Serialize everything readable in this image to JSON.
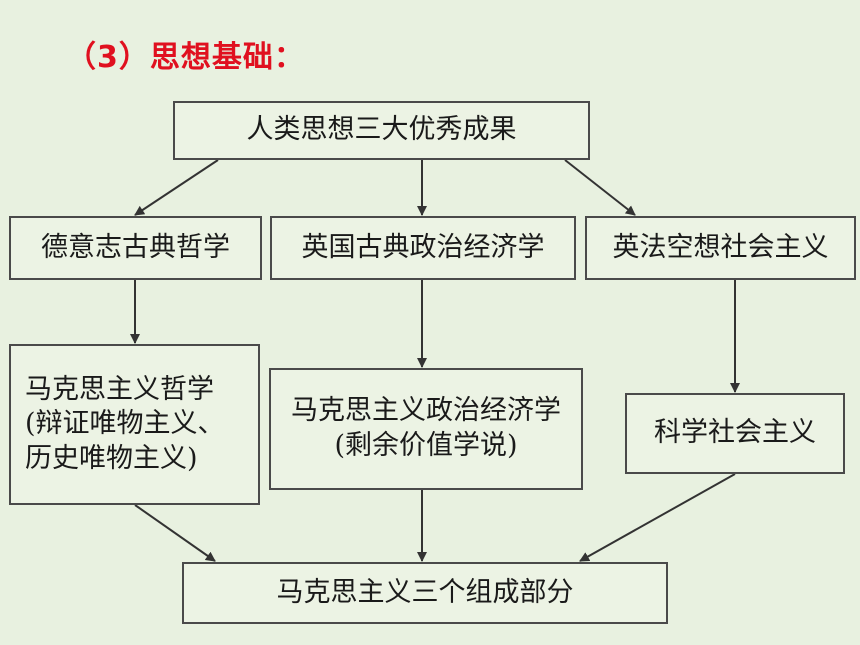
{
  "title": "（3）思想基础：",
  "nodes": {
    "top": "人类思想三大优秀成果",
    "german": "德意志古典哲学",
    "british": "英国古典政治经济学",
    "socialism": "英法空想社会主义",
    "phil_line1": "马克思主义哲学",
    "phil_line2": "(辩证唯物主义、",
    "phil_line3": "历史唯物主义)",
    "econ_line1": "马克思主义政治经济学",
    "econ_line2": "(剩余价值学说)",
    "sci": "科学社会主义",
    "bottom": "马克思主义三个组成部分"
  }
}
